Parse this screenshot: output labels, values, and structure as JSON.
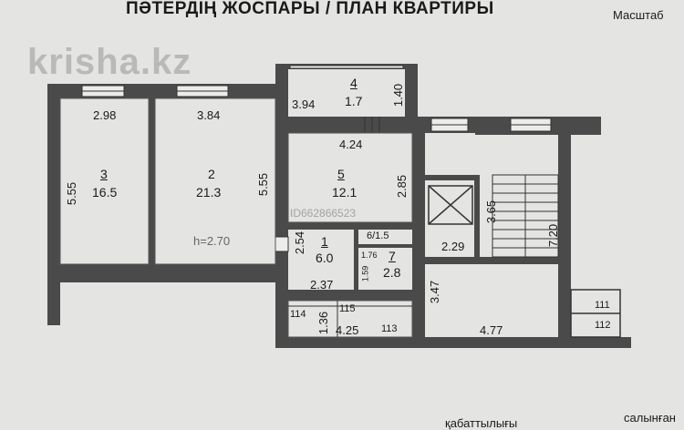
{
  "header": {
    "title": "ПӘТЕРДІҢ ЖОСПАРЫ / ПЛАН КВАРТИРЫ",
    "scale_label": "Масштаб"
  },
  "watermark": {
    "text": "krisha.kz",
    "listing_id": "ID662866523"
  },
  "rooms": [
    {
      "number": "3",
      "area": "16.5"
    },
    {
      "number": "2",
      "area": "21.3"
    },
    {
      "number": "4",
      "area": "1.7"
    },
    {
      "number": "5",
      "area": "12.1"
    },
    {
      "number": "1",
      "area": "6.0"
    },
    {
      "number": "6/1.5",
      "area": ""
    },
    {
      "number": "7",
      "area": "2.8"
    }
  ],
  "dimensions": {
    "d_2_98": "2.98",
    "d_3_84": "3.84",
    "d_3_94": "3.94",
    "d_1_40": "1.40",
    "d_4_24": "4.24",
    "d_5_55_left": "5.55",
    "d_5_55_mid": "5.55",
    "d_2_85": "2.85",
    "d_3_65": "3.65",
    "d_7_20": "7.20",
    "d_2_29": "2.29",
    "d_2_54": "2.54",
    "d_1_76": "1.76",
    "d_1_59": "1.59",
    "d_2_37": "2.37",
    "d_3_47": "3.47",
    "d_1_36": "1.36",
    "d_4_25": "4.25",
    "d_4_77": "4.77"
  },
  "ceiling_height": "h=2.70",
  "markers": {
    "m111": "111",
    "m112": "112",
    "m113": "113",
    "m114": "114",
    "m115": "115"
  },
  "footer": {
    "left_label": "қабаттылығы",
    "right_label": "салынған"
  }
}
